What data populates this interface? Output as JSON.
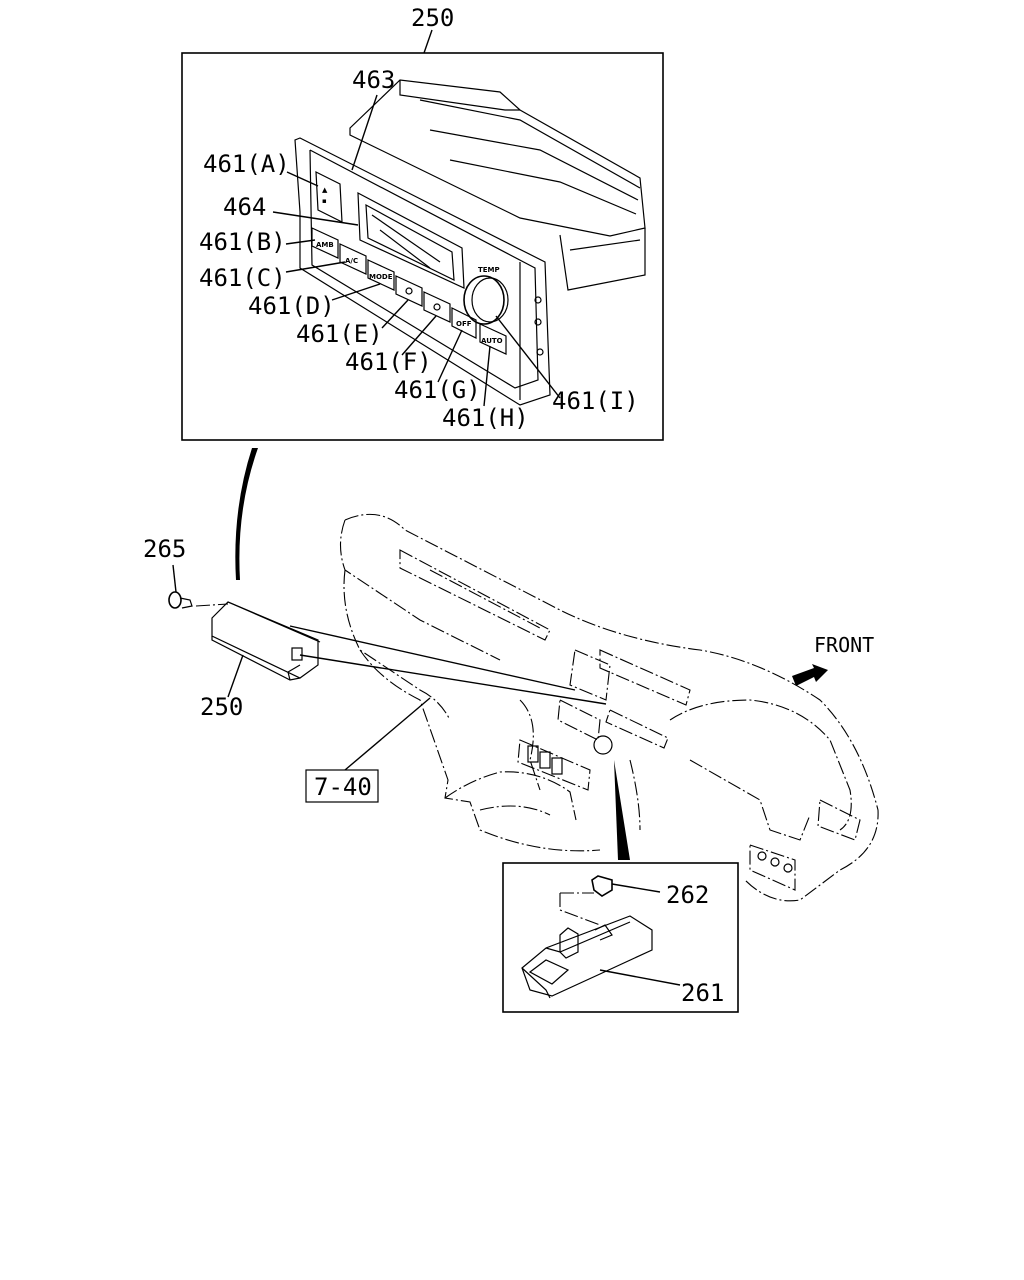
{
  "labels": {
    "top_assembly": "250",
    "part_463": "463",
    "part_461a": "461(A)",
    "part_464": "464",
    "part_461b": "461(B)",
    "part_461c": "461(C)",
    "part_461d": "461(D)",
    "part_461e": "461(E)",
    "part_461f": "461(F)",
    "part_461g": "461(G)",
    "part_461h": "461(H)",
    "part_461i": "461(I)",
    "part_265": "265",
    "part_250": "250",
    "ref_7_40": "7-40",
    "front": "FRONT",
    "part_262": "262",
    "part_261": "261"
  },
  "buttons": {
    "amb": "AMB",
    "ac": "A/C",
    "mode": "MODE",
    "off": "OFF",
    "auto": "AUTO",
    "temp": "TEMP"
  }
}
